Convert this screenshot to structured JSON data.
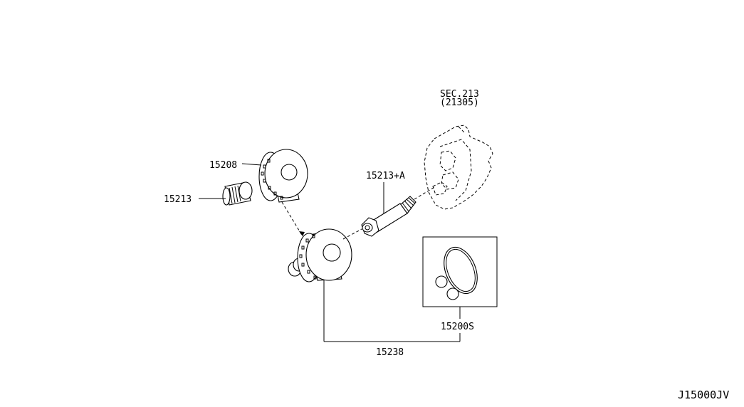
{
  "labels": {
    "sec_ref": "SEC.213",
    "sec_ref_part": "(21305)",
    "part_15213_a": "15213+A",
    "part_15208": "15208",
    "part_15213": "15213",
    "part_15200s": "15200S",
    "part_15238": "15238"
  },
  "diagram_code": "J15000JV",
  "colors": {
    "line": "#000000",
    "background": "#ffffff"
  }
}
